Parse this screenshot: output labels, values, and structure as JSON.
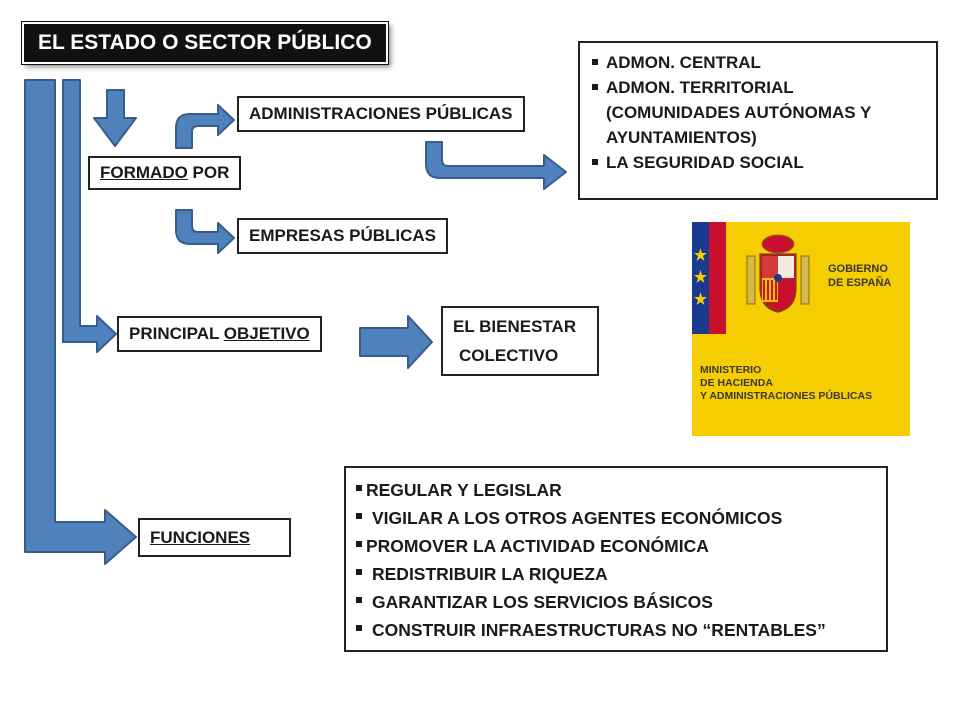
{
  "title": "EL ESTADO O SECTOR PÚBLICO",
  "formado": {
    "part1": "FORMADO",
    "part2": " POR"
  },
  "administraciones": "ADMINISTRACIONES PÚBLICAS",
  "empresas": "EMPRESAS PÚBLICAS",
  "admin_list": {
    "items": [
      "ADMON. CENTRAL",
      "ADMON. TERRITORIAL"
    ],
    "continuation": [
      "(COMUNIDADES AUTÓNOMAS Y",
      "AYUNTAMIENTOS)"
    ],
    "last": "LA SEGURIDAD SOCIAL"
  },
  "principal": {
    "part1": "PRINCIPAL ",
    "part2": "OBJETIVO"
  },
  "bienestar": {
    "line1": "EL BIENESTAR",
    "line2": "COLECTIVO"
  },
  "funciones_label": "FUNCIONES",
  "funciones_list": [
    "REGULAR Y LEGISLAR",
    "VIGILAR A LOS OTROS AGENTES ECONÓMICOS",
    "PROMOVER LA ACTIVIDAD ECONÓMICA",
    "REDISTRIBUIR LA RIQUEZA",
    "GARANTIZAR LOS SERVICIOS BÁSICOS",
    "CONSTRUIR INFRAESTRUCTURAS NO “RENTABLES”"
  ],
  "logo": {
    "gobierno": [
      "GOBIERNO",
      "DE ESPAÑA"
    ],
    "ministerio": [
      "MINISTERIO",
      "DE HACIENDA",
      "Y ADMINISTRACIONES PÚBLICAS"
    ]
  },
  "colors": {
    "arrow_fill": "#4f81bd",
    "arrow_stroke": "#385d8a",
    "logo_yellow": "#f5cd00",
    "flag_red": "#c8102e",
    "eu_blue": "#1a3a8f"
  }
}
